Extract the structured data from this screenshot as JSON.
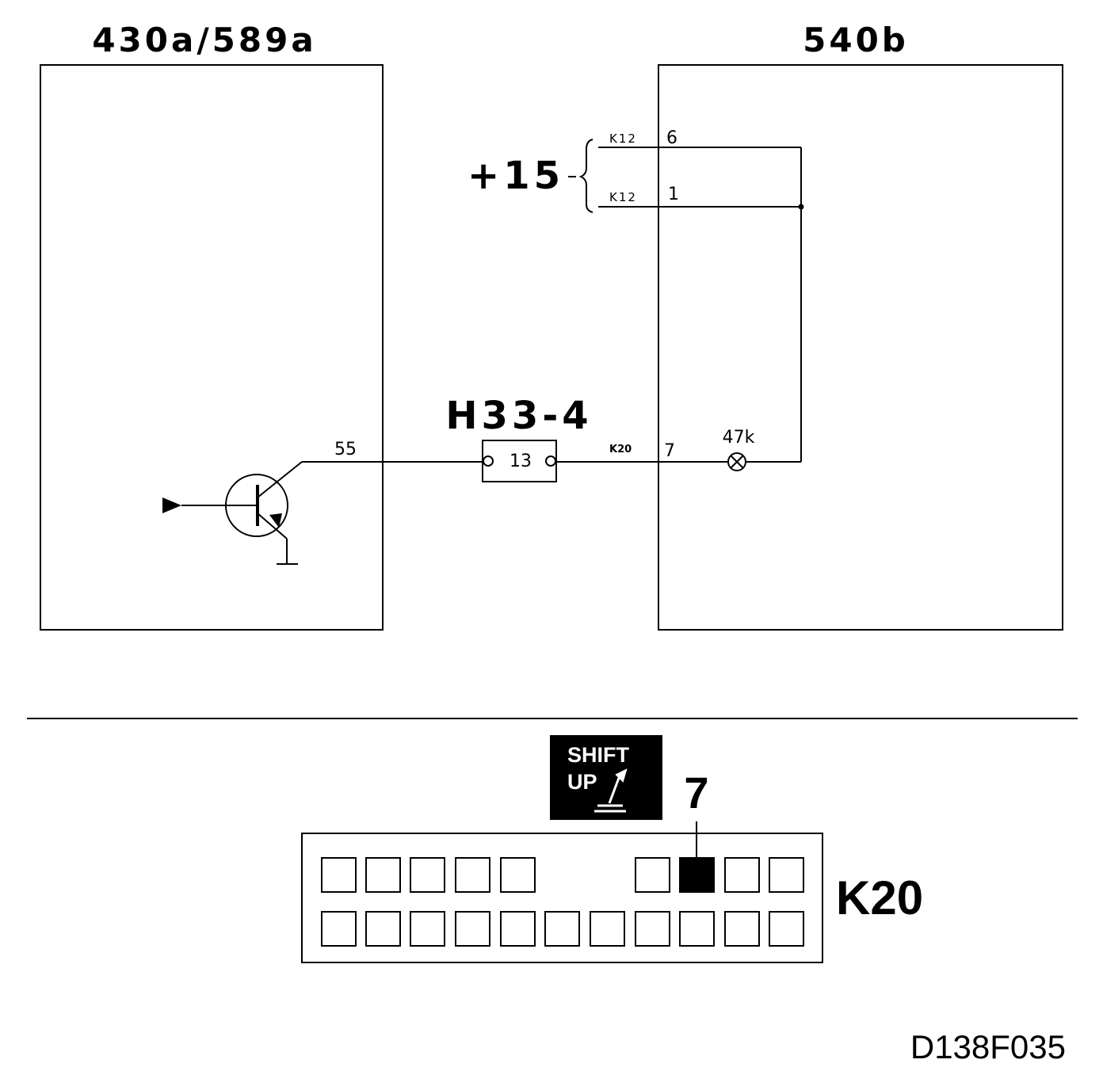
{
  "modules": {
    "left_title": "430a/589a",
    "right_title": "540b"
  },
  "supply": {
    "label": "+15",
    "conn_top": "K12",
    "pin_top": "6",
    "conn_bottom": "K12",
    "pin_bottom": "1"
  },
  "circuit": {
    "transistor_pin": "55",
    "connector_title": "H33-4",
    "connector_pin": "13",
    "wire_connector": "K20",
    "wire_pin": "7",
    "lamp_label": "47k"
  },
  "connector_view": {
    "indicator_line1": "SHIFT",
    "indicator_line2": "UP",
    "pin_callout": "7",
    "connector_name": "K20",
    "top_row_pins": 9,
    "bottom_row_pins": 11,
    "highlighted_pin": 6
  },
  "reference": "D138F035",
  "colors": {
    "line": "#000000",
    "background": "#ffffff"
  }
}
